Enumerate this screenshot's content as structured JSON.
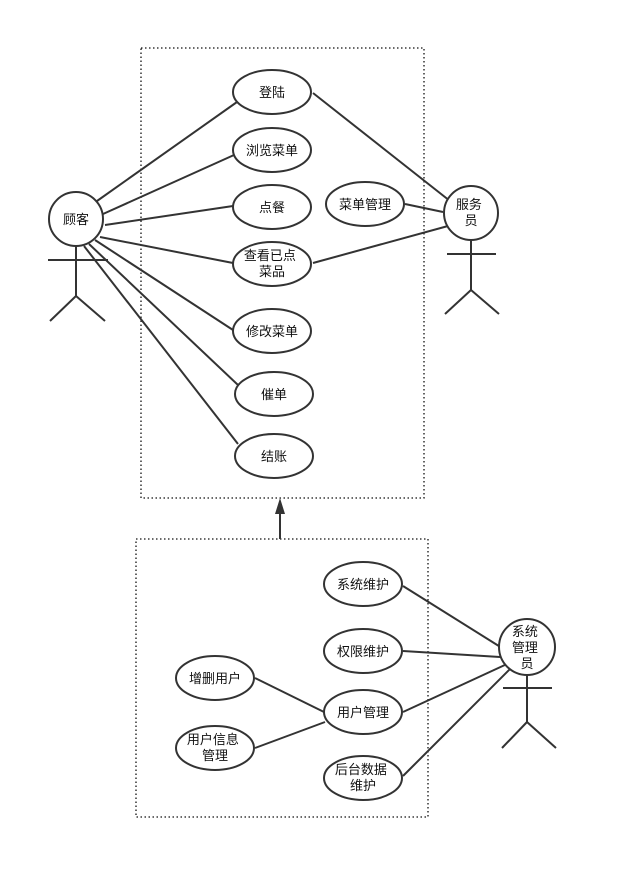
{
  "actors": {
    "customer": "顾客",
    "waiter": [
      "服务",
      "员"
    ],
    "sysadmin": [
      "系统",
      "管理",
      "员"
    ]
  },
  "use_cases": {
    "login": [
      "登陆"
    ],
    "browse_menu": [
      "浏览菜单"
    ],
    "order": [
      "点餐"
    ],
    "view_ordered": [
      "查看已点",
      "菜品"
    ],
    "modify_menu": [
      "修改菜单"
    ],
    "rush_order": [
      "催单"
    ],
    "checkout": [
      "结账"
    ],
    "menu_management": [
      "菜单管理"
    ],
    "system_maintenance": [
      "系统维护"
    ],
    "permission_maintenance": [
      "权限维护"
    ],
    "add_delete_user": [
      "增删用户"
    ],
    "user_management": [
      "用户管理"
    ],
    "user_info_management": [
      "用户信息",
      "管理"
    ],
    "backend_data_maintenance": [
      "后台数据",
      "维护"
    ]
  }
}
